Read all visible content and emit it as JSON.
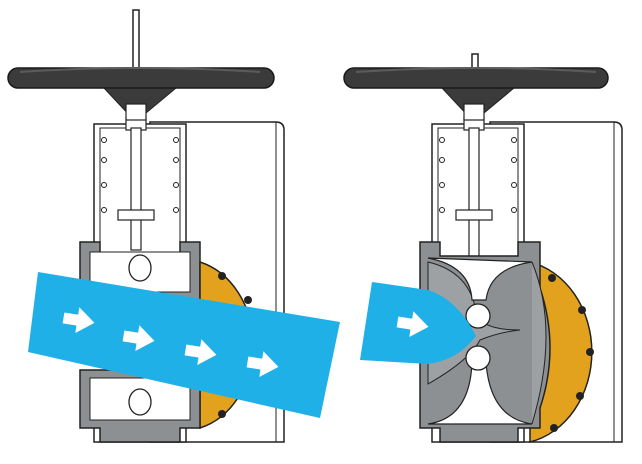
{
  "figure": {
    "panels": [
      {
        "state": "open",
        "handwheel": "handwheel",
        "flow_arrows": 4
      },
      {
        "state": "closed",
        "handwheel": "handwheel",
        "flow_arrows": 1
      }
    ],
    "colors": {
      "flow": "#1fb0e8",
      "flange": "#e3a21e",
      "handwheel": "#3b3b3b",
      "body_cut": "#8d9092",
      "sleeve": "#9ea1a4",
      "outline": "#222222",
      "background": "#ffffff"
    }
  }
}
